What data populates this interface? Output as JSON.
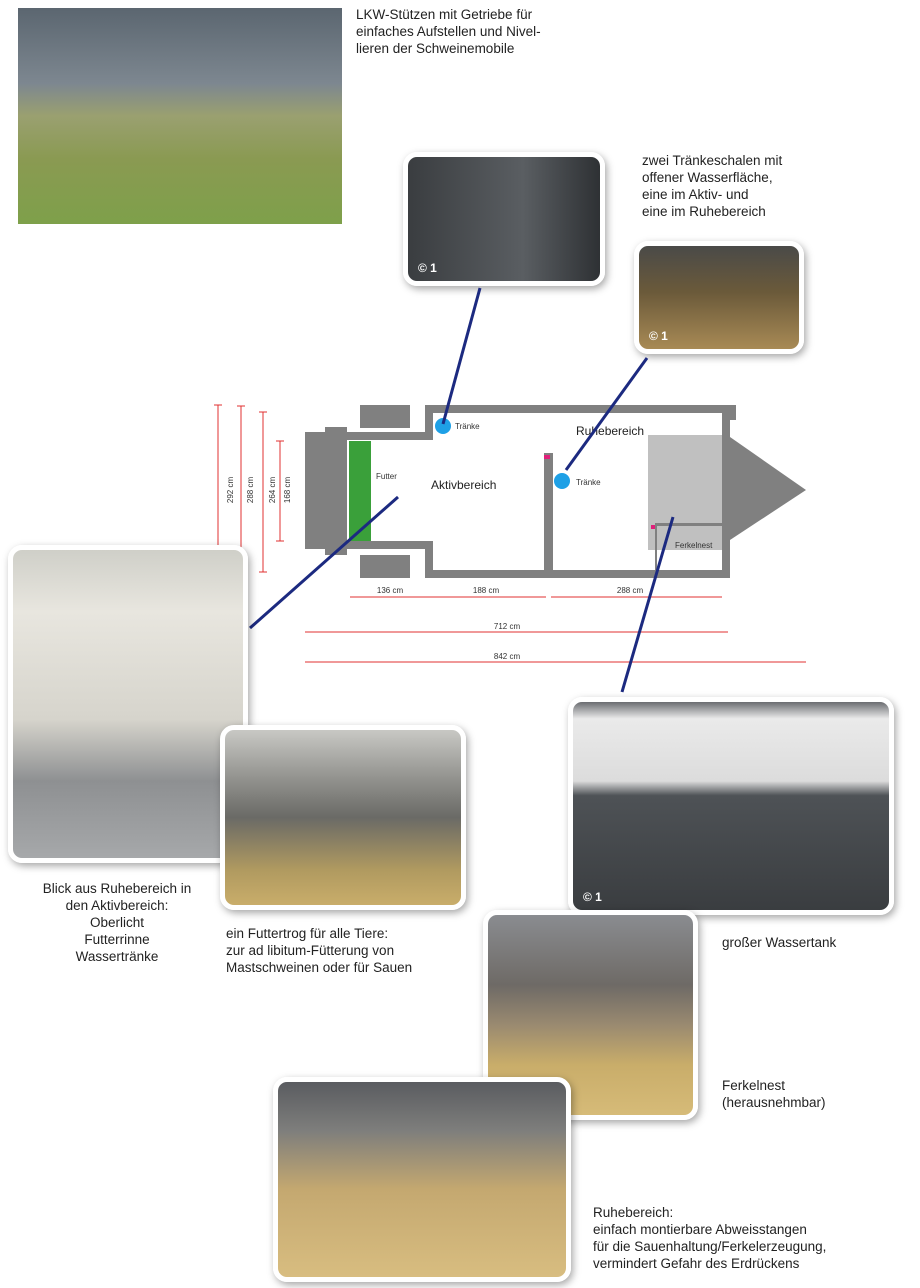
{
  "captions": {
    "stuetzen": "LKW-Stützen mit Getriebe für\neinfaches Aufstellen und Nivel-\nlieren der Schweinemobile",
    "traenke": "zwei Tränkeschalen mit\noffener Wasserfläche,\neine im Aktiv- und\neine im Ruhebereich",
    "blick": "Blick aus Ruhebereich in\nden Aktivbereich:\nOberlicht\nFutterrinne\nWassertränke",
    "futtertrog": "ein Futtertrog für alle Tiere:\nzur ad libitum-Fütterung von\nMastschweinen oder für Sauen",
    "wassertank": "großer Wassertank",
    "ferkelnest": "Ferkelnest\n(herausnehmbar)",
    "ruhebereich": "Ruhebereich:\neinfach montierbare Abweisstangen\nfür die Sauenhaltung/Ferkelerzeugung,\nvermindert Gefahr des Erdrückens"
  },
  "copyright": "© 1",
  "plan": {
    "labels": {
      "futter": "Futter",
      "aktiv": "Aktivbereich",
      "ruhe": "Ruhebereich",
      "traenke": "Tränke",
      "ferkelnest": "Ferkelnest"
    },
    "heights": [
      "292 cm",
      "288 cm",
      "264 cm",
      "168 cm"
    ],
    "lengths": [
      "136 cm",
      "188 cm",
      "288 cm",
      "712 cm",
      "842 cm"
    ]
  },
  "colors": {
    "wall": "#808080",
    "feed": "#3aa03a",
    "water": "#1ea0e6",
    "dimension": "#e03030",
    "pointer": "#1c2a80"
  }
}
